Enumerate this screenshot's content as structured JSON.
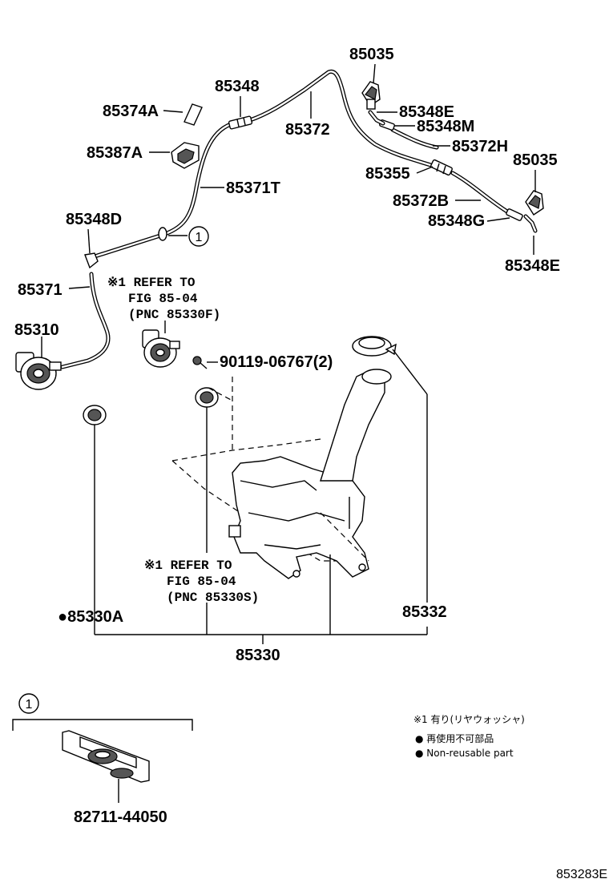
{
  "labels": {
    "p85035_top": "85035",
    "p85348": "85348",
    "p85374A": "85374A",
    "p85348E_top": "85348E",
    "p85348M": "85348M",
    "p85372": "85372",
    "p85372H": "85372H",
    "p85387A": "85387A",
    "p85035_right": "85035",
    "p85355": "85355",
    "p85371T": "85371T",
    "p85372B": "85372B",
    "p85348D": "85348D",
    "p85348G": "85348G",
    "p85348E_bottom": "85348E",
    "p85371": "85371",
    "p85310": "85310",
    "p90119": "90119-06767(2)",
    "p85330A": "●85330A",
    "p85332": "85332",
    "p85330": "85330",
    "p82711": "82711-44050",
    "circle_ref": "1",
    "circle_ref_legend": "1"
  },
  "refer_upper": {
    "line1": "※1 REFER TO",
    "line2": "FIG 85-04",
    "line3": "(PNC 85330F)"
  },
  "refer_lower": {
    "line1": "※1 REFER TO",
    "line2": "FIG 85-04",
    "line3": "(PNC 85330S)"
  },
  "legend": {
    "note1": "※1 有り(リヤウォッシャ)",
    "note2": "● 再使用不可部品",
    "note3": "● Non-reusable part"
  },
  "figure_id": "853283E"
}
